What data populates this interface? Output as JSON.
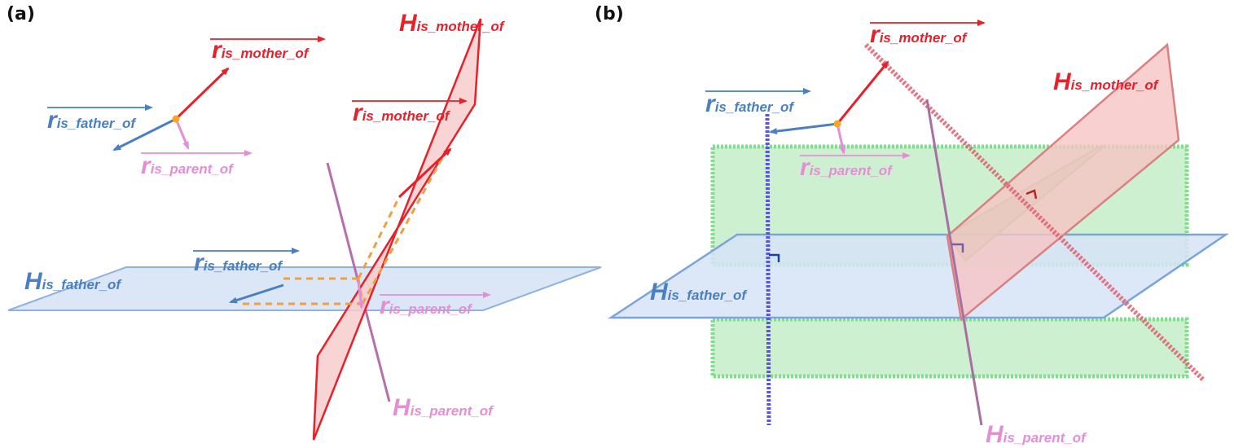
{
  "panels": {
    "a": {
      "label": "(a)"
    },
    "b": {
      "label": "(b)"
    }
  },
  "labels": {
    "r": "r",
    "H": "H",
    "is_mother_of": "is_mother_of",
    "is_father_of": "is_father_of",
    "is_parent_of": "is_parent_of"
  },
  "colors": {
    "mother": "#e8202a",
    "father": "#4a7fc1",
    "parent": "#e38fd6",
    "projection": "#f0a040",
    "normal_green": "#6fdc7f",
    "blue_normal": "#5b54e0",
    "point": "#f5a623"
  }
}
